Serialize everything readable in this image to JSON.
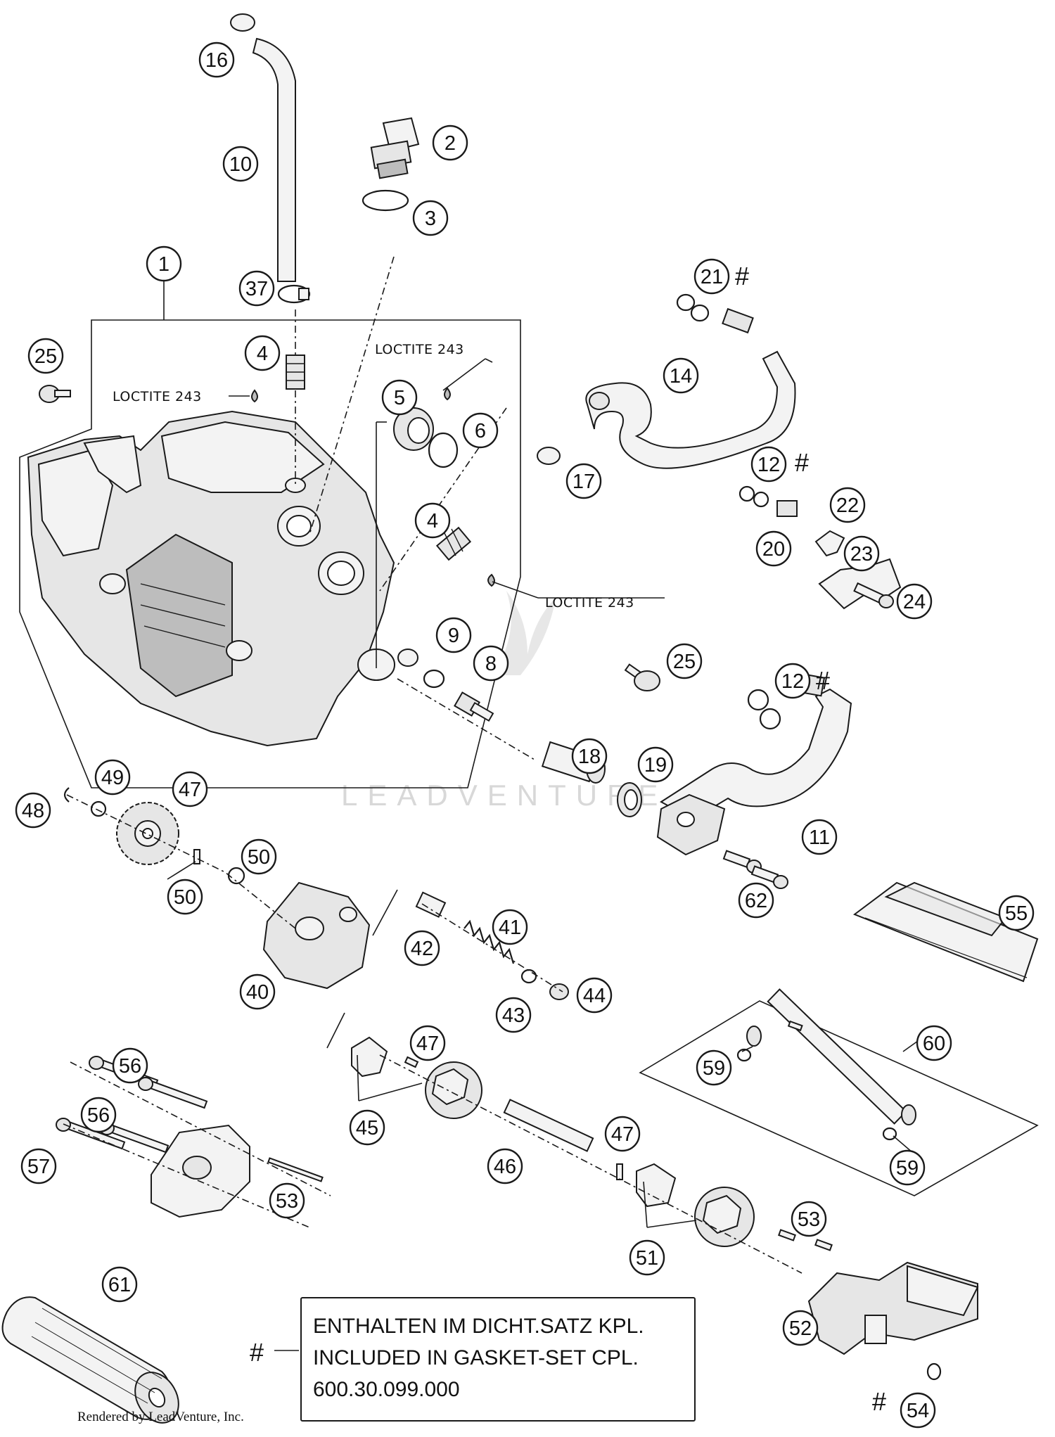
{
  "diagram": {
    "callouts": [
      {
        "label": "1"
      },
      {
        "label": "2"
      },
      {
        "label": "3"
      },
      {
        "label": "4"
      },
      {
        "label": "4"
      },
      {
        "label": "5"
      },
      {
        "label": "6"
      },
      {
        "label": "8"
      },
      {
        "label": "9"
      },
      {
        "label": "10"
      },
      {
        "label": "11"
      },
      {
        "label": "12"
      },
      {
        "label": "12"
      },
      {
        "label": "14"
      },
      {
        "label": "16"
      },
      {
        "label": "17"
      },
      {
        "label": "18"
      },
      {
        "label": "19"
      },
      {
        "label": "20"
      },
      {
        "label": "21"
      },
      {
        "label": "22"
      },
      {
        "label": "23"
      },
      {
        "label": "24"
      },
      {
        "label": "25"
      },
      {
        "label": "25"
      },
      {
        "label": "37"
      },
      {
        "label": "40"
      },
      {
        "label": "41"
      },
      {
        "label": "42"
      },
      {
        "label": "43"
      },
      {
        "label": "44"
      },
      {
        "label": "45"
      },
      {
        "label": "46"
      },
      {
        "label": "47"
      },
      {
        "label": "47"
      },
      {
        "label": "47"
      },
      {
        "label": "48"
      },
      {
        "label": "49"
      },
      {
        "label": "50"
      },
      {
        "label": "50"
      },
      {
        "label": "51"
      },
      {
        "label": "52"
      },
      {
        "label": "53"
      },
      {
        "label": "53"
      },
      {
        "label": "54"
      },
      {
        "label": "55"
      },
      {
        "label": "56"
      },
      {
        "label": "56"
      },
      {
        "label": "57"
      },
      {
        "label": "59"
      },
      {
        "label": "59"
      },
      {
        "label": "60"
      },
      {
        "label": "61"
      },
      {
        "label": "62"
      }
    ],
    "loctite_labels": [
      "LOCTITE 243",
      "LOCTITE 243",
      "LOCTITE 243"
    ],
    "hash_marks": [
      "#",
      "#",
      "#",
      "#",
      "#"
    ],
    "note": {
      "symbol": "#",
      "line1": "ENTHALTEN IM DICHT.SATZ KPL.",
      "line2": "INCLUDED IN GASKET-SET CPL.",
      "line3": "600.30.099.000"
    },
    "credit": "Rendered by LeadVenture, Inc.",
    "watermark": "LEADVENTURE"
  }
}
